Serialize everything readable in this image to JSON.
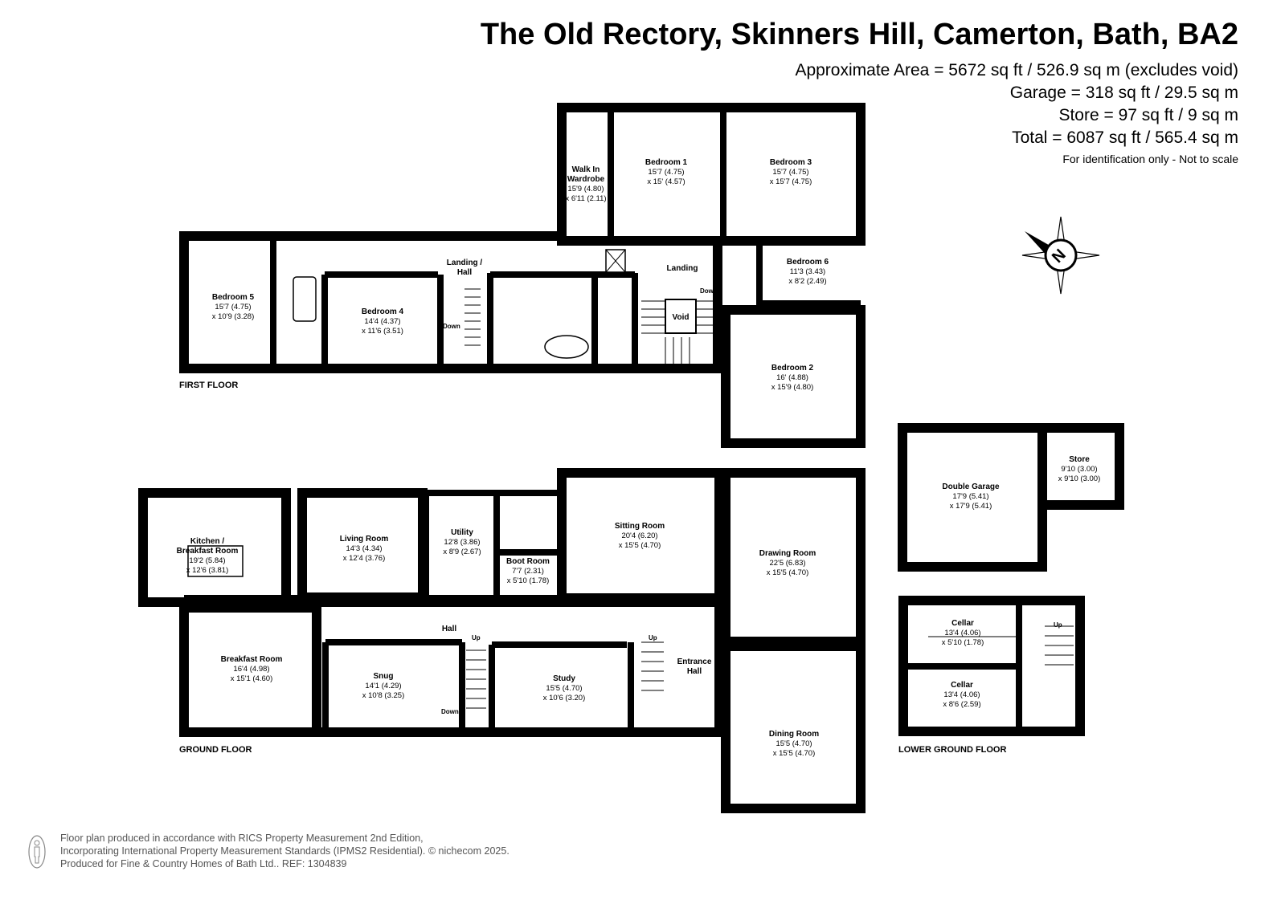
{
  "header": {
    "title": "The Old Rectory, Skinners Hill, Camerton, Bath, BA2",
    "areas": [
      "Approximate Area = 5672 sq ft / 526.9 sq m (excludes void)",
      "Garage = 318 sq ft / 29.5 sq m",
      "Store = 97 sq ft / 9 sq m",
      "Total = 6087 sq ft / 565.4 sq m"
    ],
    "note": "For identification only - Not to scale"
  },
  "floors": {
    "first": "FIRST FLOOR",
    "ground": "GROUND FLOOR",
    "lower": "LOWER GROUND FLOOR"
  },
  "compass": {
    "label": "N"
  },
  "rooms": {
    "bedroom5": {
      "name": "Bedroom 5",
      "d1": "15'7 (4.75)",
      "d2": "x 10'9 (3.28)"
    },
    "bedroom4": {
      "name": "Bedroom 4",
      "d1": "14'4 (4.37)",
      "d2": "x 11'6 (3.51)"
    },
    "walkin": {
      "name": "Walk In",
      "name2": "Wardrobe",
      "d1": "15'9 (4.80)",
      "d2": "x 6'11 (2.11)"
    },
    "bedroom1": {
      "name": "Bedroom 1",
      "d1": "15'7 (4.75)",
      "d2": "x 15' (4.57)"
    },
    "bedroom3": {
      "name": "Bedroom 3",
      "d1": "15'7 (4.75)",
      "d2": "x 15'7 (4.75)"
    },
    "bedroom6": {
      "name": "Bedroom 6",
      "d1": "11'3 (3.43)",
      "d2": "x 8'2 (2.49)"
    },
    "bedroom2": {
      "name": "Bedroom 2",
      "d1": "16' (4.88)",
      "d2": "x 15'9 (4.80)"
    },
    "landinghall": {
      "name": "Landing /",
      "name2": "Hall"
    },
    "landing": {
      "name": "Landing"
    },
    "void": {
      "name": "Void"
    },
    "kitchen": {
      "name": "Kitchen /",
      "name2": "Breakfast Room",
      "d1": "19'2 (5.84)",
      "d2": "x 12'6 (3.81)"
    },
    "living": {
      "name": "Living Room",
      "d1": "14'3 (4.34)",
      "d2": "x 12'4 (3.76)"
    },
    "utility": {
      "name": "Utility",
      "d1": "12'8 (3.86)",
      "d2": "x 8'9 (2.67)"
    },
    "boot": {
      "name": "Boot Room",
      "d1": "7'7 (2.31)",
      "d2": "x 5'10 (1.78)"
    },
    "sitting": {
      "name": "Sitting Room",
      "d1": "20'4 (6.20)",
      "d2": "x 15'5 (4.70)"
    },
    "drawing": {
      "name": "Drawing Room",
      "d1": "22'5 (6.83)",
      "d2": "x 15'5 (4.70)"
    },
    "hall": {
      "name": "Hall"
    },
    "breakfast": {
      "name": "Breakfast Room",
      "d1": "16'4 (4.98)",
      "d2": "x 15'1 (4.60)"
    },
    "snug": {
      "name": "Snug",
      "d1": "14'1 (4.29)",
      "d2": "x 10'8 (3.25)"
    },
    "study": {
      "name": "Study",
      "d1": "15'5 (4.70)",
      "d2": "x 10'6 (3.20)"
    },
    "entrance": {
      "name": "Entrance",
      "name2": "Hall"
    },
    "dining": {
      "name": "Dining Room",
      "d1": "15'5 (4.70)",
      "d2": "x 15'5 (4.70)"
    },
    "garage": {
      "name": "Double Garage",
      "d1": "17'9 (5.41)",
      "d2": "x 17'9 (5.41)"
    },
    "store": {
      "name": "Store",
      "d1": "9'10 (3.00)",
      "d2": "x 9'10 (3.00)"
    },
    "cellar1": {
      "name": "Cellar",
      "d1": "13'4 (4.06)",
      "d2": "x 5'10 (1.78)"
    },
    "cellar2": {
      "name": "Cellar",
      "d1": "13'4 (4.06)",
      "d2": "x 8'6 (2.59)"
    }
  },
  "stairs": {
    "down": "Down",
    "up": "Up"
  },
  "footer": {
    "line1": "Floor plan produced in accordance with RICS Property Measurement 2nd Edition,",
    "line2": "Incorporating International Property Measurement Standards (IPMS2 Residential).  © nichecom 2025.",
    "line3": "Produced for Fine & Country Homes of Bath Ltd..  REF: 1304839"
  }
}
